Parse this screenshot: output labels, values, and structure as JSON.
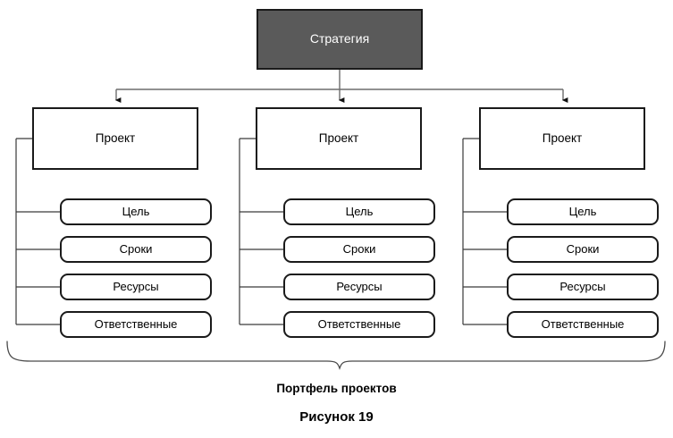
{
  "diagram": {
    "title_node": {
      "label": "Стратегия",
      "fill": "#5a5a5a",
      "text_color": "#ffffff"
    },
    "columns": [
      {
        "project_label": "Проект",
        "attributes": [
          {
            "label": "Цель"
          },
          {
            "label": "Сроки"
          },
          {
            "label": "Ресурсы"
          },
          {
            "label": "Ответственные"
          }
        ]
      },
      {
        "project_label": "Проект",
        "attributes": [
          {
            "label": "Цель"
          },
          {
            "label": "Сроки"
          },
          {
            "label": "Ресурсы"
          },
          {
            "label": "Ответственные"
          }
        ]
      },
      {
        "project_label": "Проект",
        "attributes": [
          {
            "label": "Цель"
          },
          {
            "label": "Сроки"
          },
          {
            "label": "Ресурсы"
          },
          {
            "label": "Ответственные"
          }
        ]
      }
    ],
    "brace_label": "Портфель проектов",
    "figure_caption": "Рисунок 19"
  }
}
